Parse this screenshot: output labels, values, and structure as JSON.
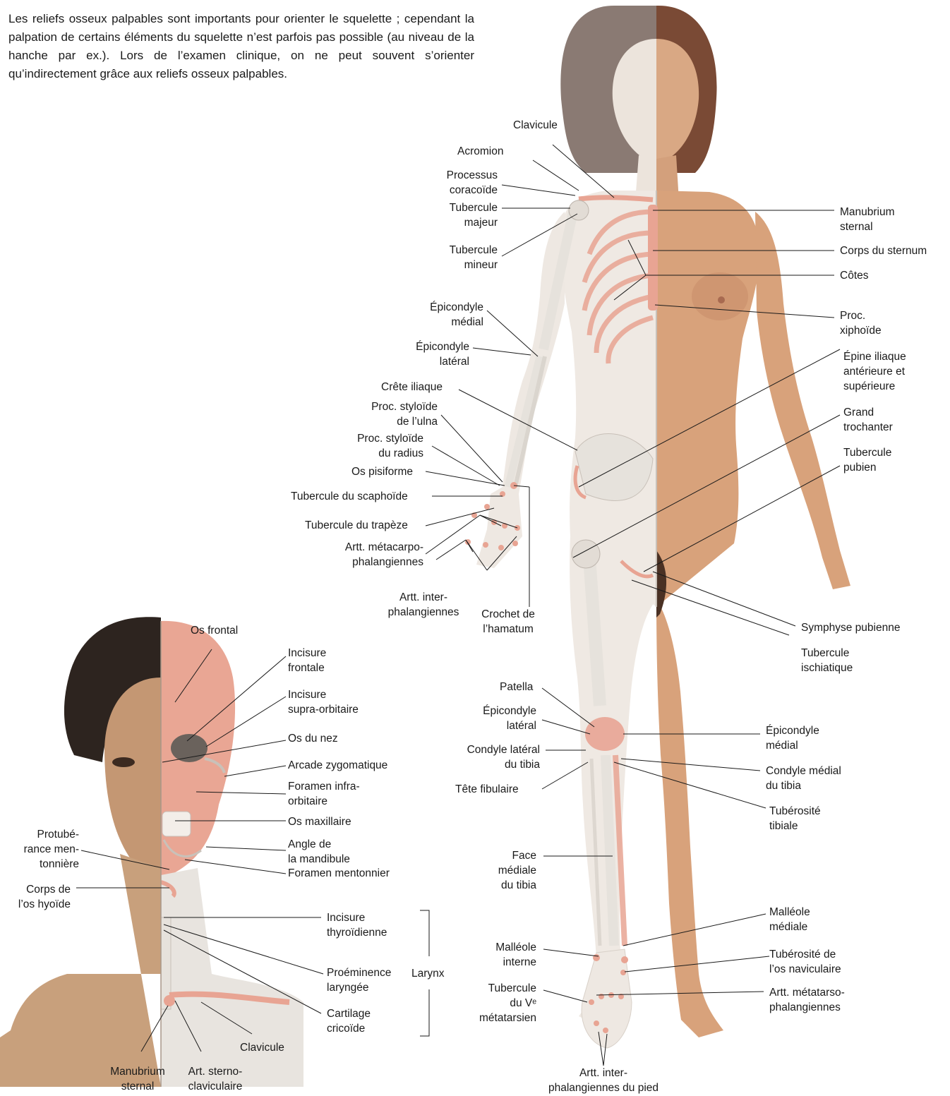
{
  "intro_text": "Les reliefs osseux palpables sont importants pour orienter le squelette ; cependant la palpation de certains éléments du squelette n’est parfois pas possible (au niveau de la hanche par ex.). Lors de l’examen clinique, on ne peut souvent s’orienter qu’indirectement grâce aux reliefs osseux palpables.",
  "body_labels": {
    "clavicule": "Clavicule",
    "acromion": "Acromion",
    "processus_coracoide": "Processus\ncoracoïde",
    "tubercule_majeur": "Tubercule\nmajeur",
    "tubercule_mineur": "Tubercule\nmineur",
    "epicondyle_medial": "Épicondyle\nmédial",
    "epicondyle_lateral": "Épicondyle\nlatéral",
    "crete_iliaque": "Crête iliaque",
    "styloide_ulna": "Proc. styloïde\nde l’ulna",
    "styloide_radius": "Proc. styloïde\ndu radius",
    "os_pisiforme": "Os pisiforme",
    "tubercule_scaphoide": "Tubercule du scaphoïde",
    "tubercule_trapeze": "Tubercule du trapèze",
    "artt_metacarpo": "Artt. métacarpo-\nphalangiennes",
    "artt_inter_main": "Artt. inter-\nphalangiennes",
    "crochet_hamatum": "Crochet de\nl’hamatum",
    "manubrium_sternal": "Manubrium\nsternal",
    "corps_sternum": "Corps du sternum",
    "cotes": "Côtes",
    "proc_xiphoide": "Proc.\nxiphoïde",
    "epine_iliaque": "Épine iliaque\nantérieure et\nsupérieure",
    "grand_trochanter": "Grand\ntrochanter",
    "tubercule_pubien": "Tubercule\npubien",
    "symphyse_pubienne": "Symphyse pubienne",
    "tubercule_ischiatique": "Tubercule\nischiatique",
    "patella": "Patella",
    "epicondyle_lateral_genou": "Épicondyle\nlatéral",
    "condyle_lateral_tibia": "Condyle latéral\ndu tibia",
    "tete_fibulaire": "Tête fibulaire",
    "epicondyle_medial_genou": "Épicondyle\nmédial",
    "condyle_medial_tibia": "Condyle médial\ndu tibia",
    "tuberosite_tibiale": "Tubérosité\ntibiale",
    "face_mediale_tibia": "Face\nmédiale\ndu tibia",
    "malleole_mediale": "Malléole\nmédiale",
    "malleole_interne": "Malléole\ninterne",
    "tuberosite_naviculaire": "Tubérosité de\nl’os naviculaire",
    "tubercule_5e_metatarsien": "Tubercule\ndu Vᵉ\nmétatarsien",
    "artt_metatarso": "Artt. métatarso-\nphalangiennes",
    "artt_inter_pied": "Artt. inter-\nphalangiennes du pied"
  },
  "head_labels": {
    "os_frontal": "Os frontal",
    "incisure_frontale": "Incisure\nfrontale",
    "incisure_supra_orbitaire": "Incisure\nsupra-orbitaire",
    "os_du_nez": "Os du nez",
    "arcade_zygomatique": "Arcade zygomatique",
    "foramen_infra_orbitaire": "Foramen infra-\norbitaire",
    "os_maxillaire": "Os maxillaire",
    "angle_mandibule": "Angle de\nla mandibule",
    "foramen_mentonnier": "Foramen mentonnier",
    "protuberance_mentonniere": "Protubé-\nrance men-\ntonnière",
    "corps_os_hyoide": "Corps de\nl’os hyoïde",
    "incisure_thyroidienne": "Incisure\nthyroïdienne",
    "proeminence_laryngee": "Proéminence\nlaryngée",
    "cartilage_cricoide": "Cartilage\ncricoïde",
    "larynx": "Larynx",
    "clavicule": "Clavicule",
    "manubrium_sternal": "Manubrium\nsternal",
    "art_sterno_claviculaire": "Art. sterno-\nclaviculaire"
  },
  "colors": {
    "skin_light": "#f1e7dc",
    "skin_tan": "#d7a27c",
    "bone": "#e9e6e1",
    "bone_highlight": "#e8a493",
    "hair": "#7a5542",
    "male_hair": "#2d241f"
  }
}
